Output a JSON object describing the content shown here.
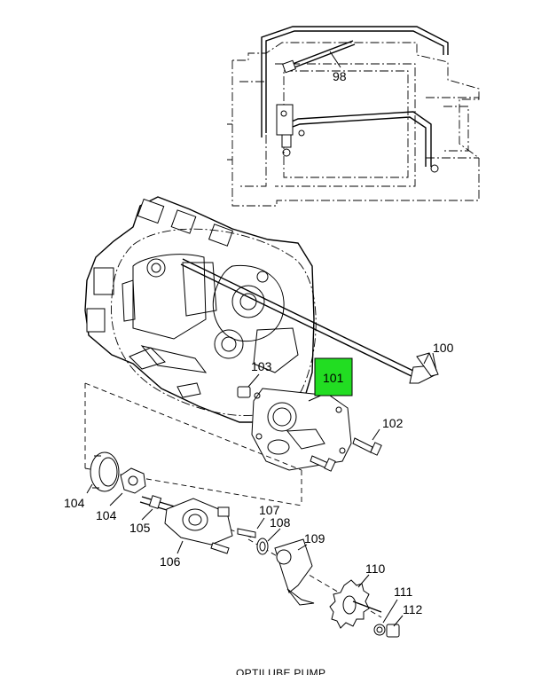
{
  "diagram": {
    "caption": "OPTILUBE PUMP",
    "highlight_color": "#22dd22",
    "callouts": [
      {
        "id": "c98",
        "text": "98"
      },
      {
        "id": "c100",
        "text": "100"
      },
      {
        "id": "c101",
        "text": "101",
        "highlighted": true
      },
      {
        "id": "c102",
        "text": "102"
      },
      {
        "id": "c103",
        "text": "103"
      },
      {
        "id": "c104a",
        "text": "104"
      },
      {
        "id": "c104b",
        "text": "104"
      },
      {
        "id": "c105",
        "text": "105"
      },
      {
        "id": "c106",
        "text": "106"
      },
      {
        "id": "c107",
        "text": "107"
      },
      {
        "id": "c108",
        "text": "108"
      },
      {
        "id": "c109",
        "text": "109"
      },
      {
        "id": "c110",
        "text": "110"
      },
      {
        "id": "c111",
        "text": "111"
      },
      {
        "id": "c112",
        "text": "112"
      }
    ]
  }
}
